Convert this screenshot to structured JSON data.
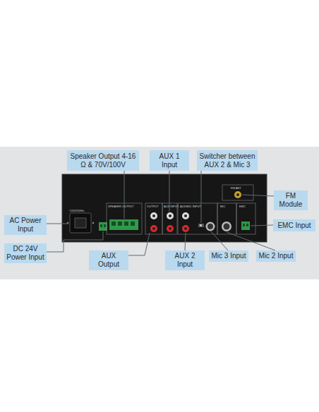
{
  "diagram": {
    "nodes": [
      {
        "text": [
          "Speaker Output 4-16 Ω & 70V/100V"
        ]
      },
      {
        "text": [
          "AUX 1 Input"
        ]
      },
      {
        "text": [
          "Switcher between AUX 2 & Mic 3"
        ]
      },
      {
        "text": [
          "FM Module"
        ]
      },
      {
        "text": [
          "AC Power Input"
        ]
      },
      {
        "text": [
          "EMC Input"
        ]
      },
      {
        "text": [
          "DC 24V Power Input"
        ]
      },
      {
        "text": [
          "AUX Output"
        ]
      },
      {
        "text": [
          "AUX 2 Input"
        ]
      },
      {
        "text": [
          "Mic 3 Input"
        ]
      },
      {
        "text": [
          "Mic 2 Input"
        ]
      }
    ],
    "labels": [
      "SPEAKER OUTPUT",
      "OUTPUT",
      "AUX INPUT",
      "AUX/MIC INPUT",
      "MIC",
      "EMC",
      "FM ANT",
      "~220V/50Hz"
    ]
  }
}
